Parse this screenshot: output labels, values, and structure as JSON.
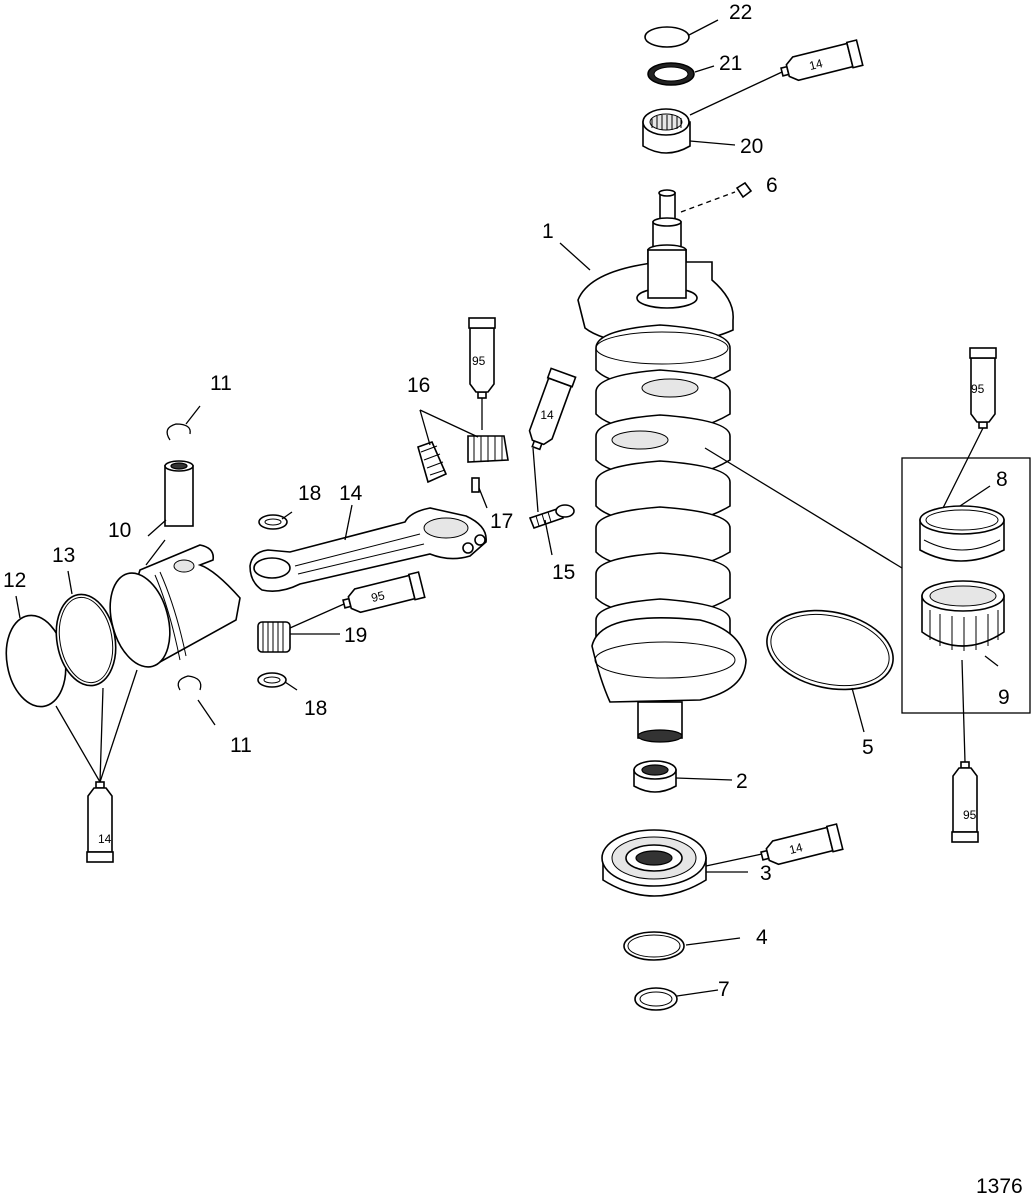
{
  "figure_id": "1376",
  "callouts": {
    "c1": "1",
    "c2": "2",
    "c3": "3",
    "c4": "4",
    "c5": "5",
    "c6": "6",
    "c7": "7",
    "c8": "8",
    "c9": "9",
    "c10": "10",
    "c11a": "11",
    "c11b": "11",
    "c12": "12",
    "c13": "13",
    "c14": "14",
    "c15": "15",
    "c16": "16",
    "c17": "17",
    "c18a": "18",
    "c18b": "18",
    "c19": "19",
    "c20": "20",
    "c21": "21",
    "c22": "22"
  },
  "tubes": {
    "t_top": "14",
    "t_piston": "14",
    "t_bearing3": "14",
    "t_bolt": "14",
    "t_rod16": "95",
    "t_rod19": "95",
    "t_box_top": "95",
    "t_box_bottom": "95"
  }
}
